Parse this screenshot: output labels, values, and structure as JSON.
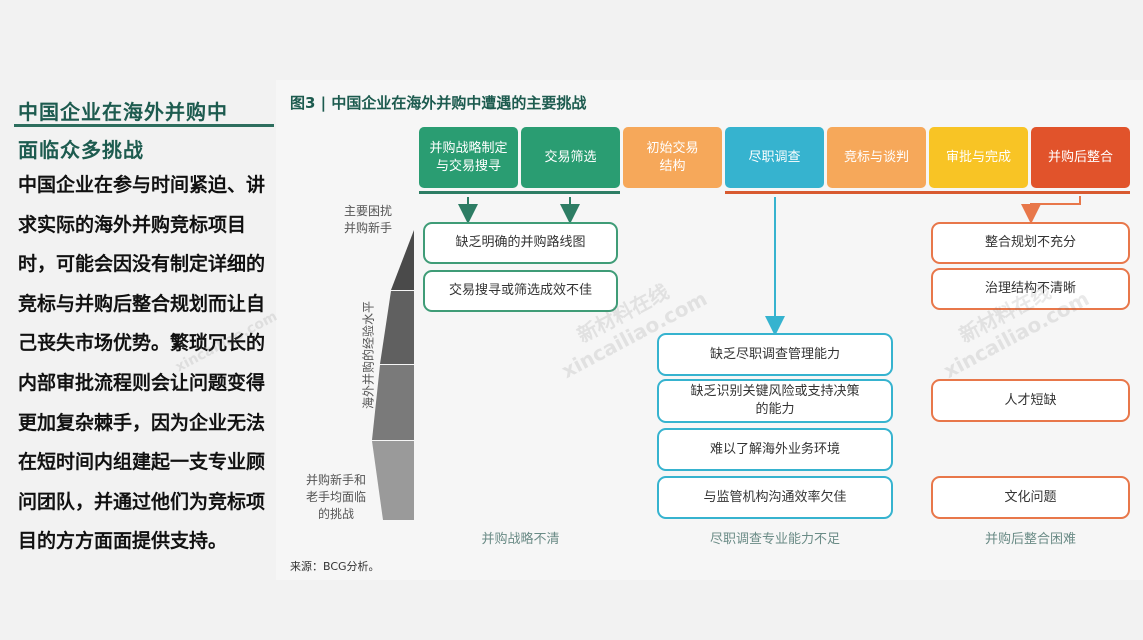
{
  "article": {
    "heading_line1": "中国企业在海外并购中",
    "heading_line2": "面临众多挑战",
    "body": "中国企业在参与时间紧迫、讲求实际的海外并购竞标项目时，可能会因没有制定详细的竞标与并购后整合规划而让自己丧失市场优势。繁琐冗长的内部审批流程则会让问题变得更加复杂棘手，因为企业无法在短时间内组建起一支专业顾问团队，并通过他们为竞标项目的方方面面提供支持。"
  },
  "figure": {
    "title": "图3 | 中国企业在海外并购中遭遇的主要挑战",
    "source": "来源：BCG分析。",
    "stages": [
      {
        "label": "并购战略制定\n与交易搜寻",
        "color": "#2a9d72",
        "text_color": "#ffffff"
      },
      {
        "label": "交易筛选",
        "color": "#2a9d72",
        "text_color": "#ffffff"
      },
      {
        "label": "初始交易\n结构",
        "color": "#f6a85a",
        "text_color": "#ffffff"
      },
      {
        "label": "尽职调查",
        "color": "#36b3cf",
        "text_color": "#ffffff"
      },
      {
        "label": "竞标与谈判",
        "color": "#f6a85a",
        "text_color": "#ffffff"
      },
      {
        "label": "审批与完成",
        "color": "#f8c425",
        "text_color": "#ffffff"
      },
      {
        "label": "并购后整合",
        "color": "#e1532b",
        "text_color": "#ffffff"
      }
    ],
    "axis": {
      "top_label": "主要困扰\n并购新手",
      "middle_label": "海外并购的经验水平",
      "bottom_label": "并购新手和\n老手均面临\n的挑战"
    },
    "columns": {
      "strategy": {
        "label": "并购战略不清",
        "items": [
          "缺乏明确的并购路线图",
          "交易搜寻或筛选成效不佳"
        ]
      },
      "diligence": {
        "label": "尽职调查专业能力不足",
        "items": [
          "缺乏尽职调查管理能力",
          "缺乏识别关键风险或支持决策\n的能力",
          "难以了解海外业务环境",
          "与监管机构沟通效率欠佳"
        ]
      },
      "integration": {
        "label": "并购后整合困难",
        "items": [
          "整合规划不充分",
          "治理结构不清晰",
          "人才短缺",
          "文化问题"
        ]
      }
    },
    "watermark": {
      "cn": "新材料在线",
      "en": "xincailiao.com"
    },
    "colors": {
      "green": "#3f9c77",
      "cyan": "#36b3cf",
      "orange": "#e8774a",
      "title": "#1d5b4f"
    }
  }
}
